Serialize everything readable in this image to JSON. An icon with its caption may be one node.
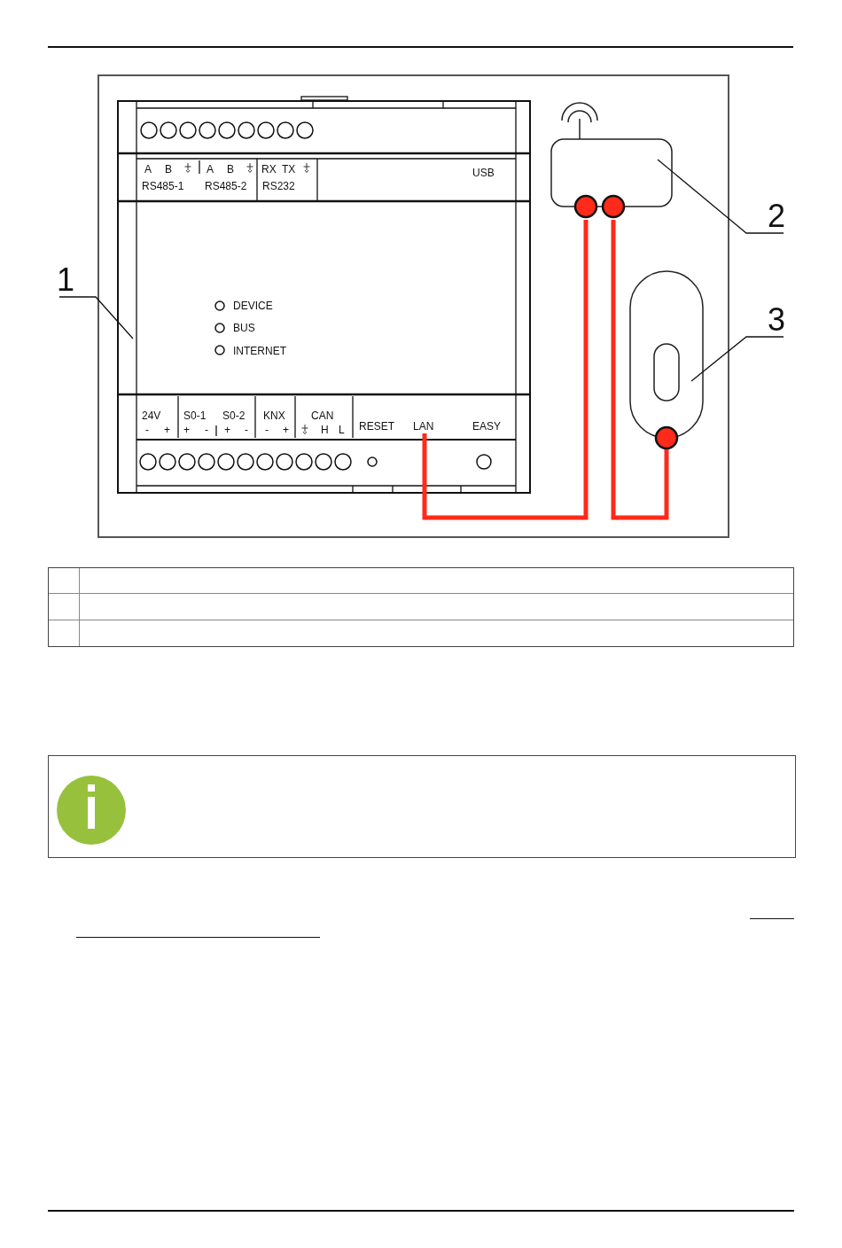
{
  "diagram": {
    "nodes": [
      {
        "text": [
          "1"
        ]
      },
      {
        "text": [],
        "shape": "box"
      },
      {
        "text": [
          "2"
        ]
      },
      {
        "text": [],
        "shape": "box"
      },
      {
        "text": [
          "3"
        ]
      },
      {
        "text": [],
        "shape": "box"
      },
      {
        "text": [
          "LAN"
        ],
        "in": 1
      }
    ],
    "edges": [
      {
        "from": 0,
        "to": 1,
        "arrow": "none"
      },
      {
        "from": 2,
        "to": 3,
        "arrow": "none"
      },
      {
        "from": 4,
        "to": 5,
        "arrow": "none"
      },
      {
        "from": 6,
        "to": 3,
        "arrow": "none",
        "style": "thick",
        "color": "#ff2a1a"
      },
      {
        "from": 3,
        "to": 5,
        "arrow": "none",
        "style": "thick",
        "color": "#ff2a1a"
      }
    ],
    "labels": [
      "A",
      "B",
      "A",
      "B",
      "RX",
      "TX",
      "USB",
      "RS485-1",
      "RS485-2",
      "RS232",
      "DEVICE",
      "BUS",
      "INTERNET",
      "24V",
      "S0-1",
      "S0-2",
      "KNX",
      "CAN",
      "-",
      "+",
      "+",
      "-",
      "+",
      "-",
      "-",
      "+",
      "H",
      "L",
      "RESET",
      "EASY"
    ]
  }
}
